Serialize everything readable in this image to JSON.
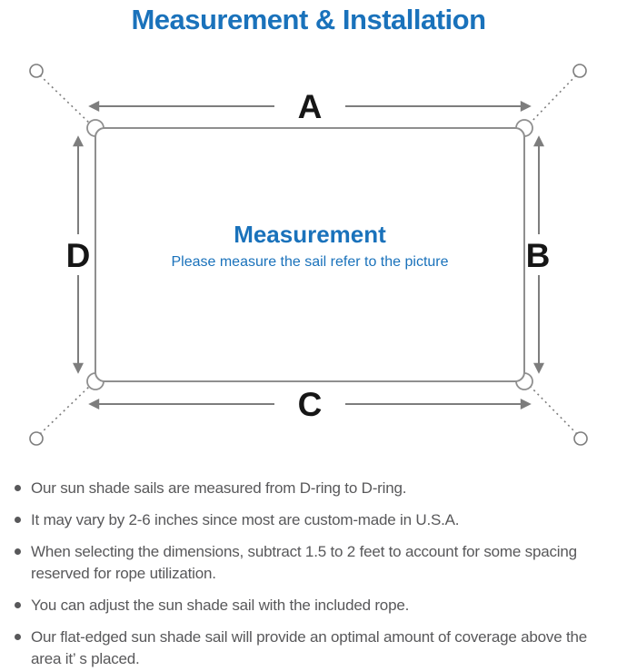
{
  "title": "Measurement & Installation",
  "colors": {
    "accent-blue": "#1a72bb",
    "line-gray": "#7d7d7d",
    "frame-gray": "#8f8f8f",
    "label-black": "#161616",
    "text-gray": "#58585a"
  },
  "diagram": {
    "side_labels": {
      "top": "A",
      "right": "B",
      "bottom": "C",
      "left": "D"
    },
    "center_title": "Measurement",
    "center_subtitle": "Please measure the sail refer to the picture"
  },
  "bullets": [
    {
      "text": "Our sun shade sails are measured from D-ring to D-ring."
    },
    {
      "text": "It may vary by 2-6 inches since most are custom-made in U.S.A."
    },
    {
      "text": "When selecting the dimensions, subtract 1.5 to 2 feet to account for some spacing reserved for rope utilization."
    },
    {
      "text": "You can adjust the sun shade sail with the included rope."
    },
    {
      "text": "Our flat-edged sun shade sail will provide an optimal amount of coverage above the area it’ s placed."
    }
  ]
}
